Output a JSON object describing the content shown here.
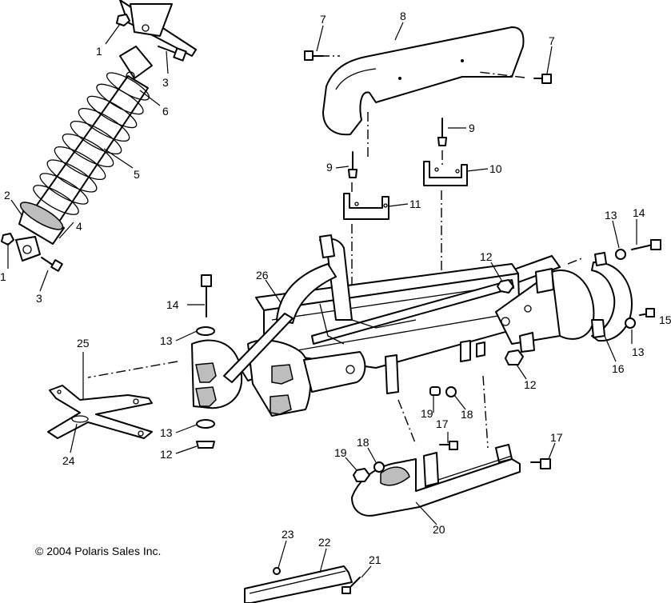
{
  "copyright": "© 2004 Polaris Sales Inc.",
  "callouts": [
    {
      "id": "c1a",
      "text": "1"
    },
    {
      "id": "c3a",
      "text": "3"
    },
    {
      "id": "c6",
      "text": "6"
    },
    {
      "id": "c5",
      "text": "5"
    },
    {
      "id": "c2",
      "text": "2"
    },
    {
      "id": "c4",
      "text": "4"
    },
    {
      "id": "c1b",
      "text": "1"
    },
    {
      "id": "c3b",
      "text": "3"
    },
    {
      "id": "c7a",
      "text": "7"
    },
    {
      "id": "c8",
      "text": "8"
    },
    {
      "id": "c7b",
      "text": "7"
    },
    {
      "id": "c9a",
      "text": "9"
    },
    {
      "id": "c9b",
      "text": "9"
    },
    {
      "id": "c10",
      "text": "10"
    },
    {
      "id": "c11",
      "text": "11"
    },
    {
      "id": "c13a",
      "text": "13"
    },
    {
      "id": "c14a",
      "text": "14"
    },
    {
      "id": "c12a",
      "text": "12"
    },
    {
      "id": "c26",
      "text": "26"
    },
    {
      "id": "c14b",
      "text": "14"
    },
    {
      "id": "c13b",
      "text": "13"
    },
    {
      "id": "c15",
      "text": "15"
    },
    {
      "id": "c13c",
      "text": "13"
    },
    {
      "id": "c16",
      "text": "16"
    },
    {
      "id": "c12b",
      "text": "12"
    },
    {
      "id": "c25",
      "text": "25"
    },
    {
      "id": "c24",
      "text": "24"
    },
    {
      "id": "c13d",
      "text": "13"
    },
    {
      "id": "c12c",
      "text": "12"
    },
    {
      "id": "c19a",
      "text": "19"
    },
    {
      "id": "c18a",
      "text": "18"
    },
    {
      "id": "c17a",
      "text": "17"
    },
    {
      "id": "c17b",
      "text": "17"
    },
    {
      "id": "c19b",
      "text": "19"
    },
    {
      "id": "c18b",
      "text": "18"
    },
    {
      "id": "c20",
      "text": "20"
    },
    {
      "id": "c23",
      "text": "23"
    },
    {
      "id": "c22",
      "text": "22"
    },
    {
      "id": "c21",
      "text": "21"
    }
  ]
}
